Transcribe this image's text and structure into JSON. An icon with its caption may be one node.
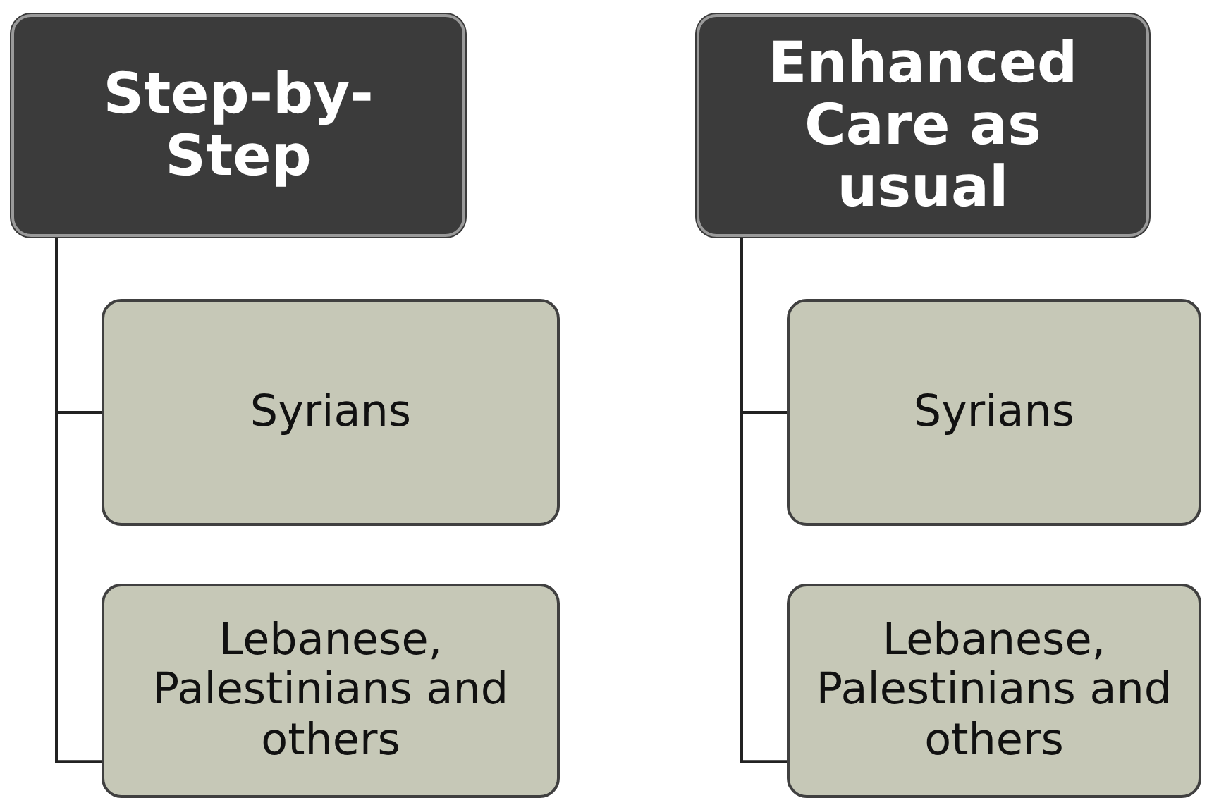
{
  "diagram": {
    "nodes": [
      {
        "text": [
          "Step-by-Step"
        ]
      },
      {
        "text": [
          "Syrians"
        ]
      },
      {
        "text": [
          "Lebanese, Palestinians and others"
        ]
      },
      {
        "text": [
          "Enhanced Care as usual"
        ]
      },
      {
        "text": [
          "Syrians"
        ]
      },
      {
        "text": [
          "Lebanese, Palestinians and others"
        ]
      }
    ],
    "edges": [
      {
        "from": 0,
        "to": 1,
        "arrow": "none"
      },
      {
        "from": 0,
        "to": 2,
        "arrow": "none"
      },
      {
        "from": 3,
        "to": 4,
        "arrow": "none"
      },
      {
        "from": 3,
        "to": 5,
        "arrow": "none"
      }
    ]
  }
}
